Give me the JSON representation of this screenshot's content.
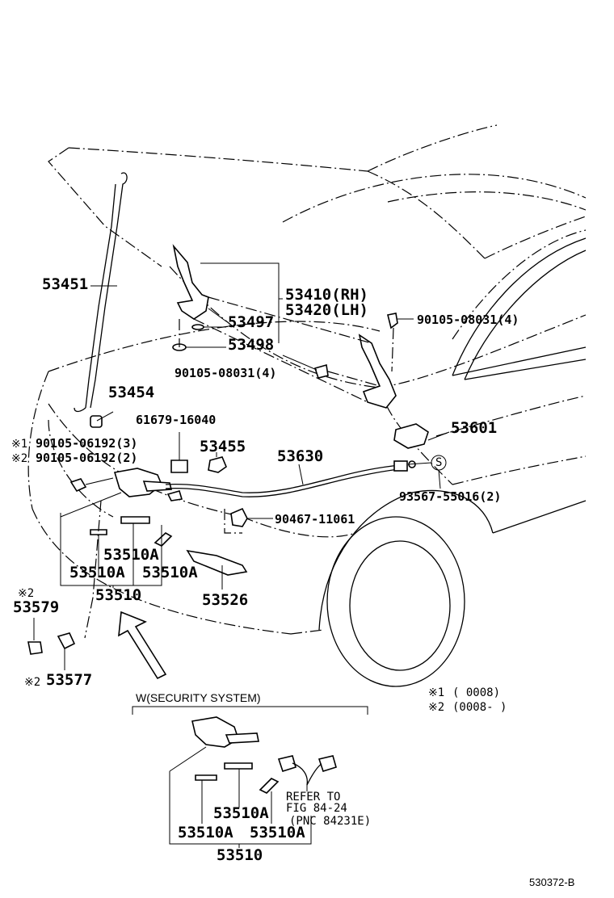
{
  "labels": {
    "p53451": "53451",
    "p53410": "53410(RH)",
    "p53420": "53420(LH)",
    "p53497": "53497",
    "p53498": "53498",
    "bolt_hinge_left": "90105-08031(4)",
    "bolt_hinge_right": "90105-08031(4)",
    "p53454": "53454",
    "p61679": "61679-16040",
    "p53455": "53455",
    "p53630": "53630",
    "p53601": "53601",
    "p93567": "93567-55016(2)",
    "p90467": "90467-11061",
    "bolt1_mark": "※1",
    "bolt1": "90105-06192(3)",
    "bolt2_mark": "※2",
    "bolt2": "90105-06192(2)",
    "p53510a_1": "53510A",
    "p53510a_2": "53510A",
    "p53510a_3": "53510A",
    "p53510": "53510",
    "p53526": "53526",
    "p53579_mark": "※2",
    "p53579": "53579",
    "p53577_mark": "※2",
    "p53577": "53577",
    "s_mark": "S",
    "security_title": "W(SECURITY SYSTEM)",
    "sec_53510a_1": "53510A",
    "sec_53510a_2": "53510A",
    "sec_53510a_3": "53510A",
    "sec_53510": "53510",
    "refer_line1": "REFER TO",
    "refer_line2": "FIG 84-24",
    "refer_line3": "(PNC 84231E)",
    "note1_mark": "※1",
    "note1_text": "(        0008)",
    "note2_mark": "※2",
    "note2_text": "(0008-       )",
    "figure_id": "530372-B"
  }
}
